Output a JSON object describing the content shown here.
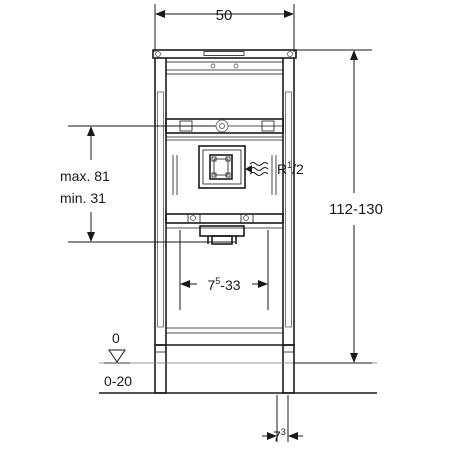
{
  "dimensions": {
    "width_top": "50",
    "height_total": "112-130",
    "max_label": "max. 81",
    "min_label": "min. 31",
    "center_distance_base": "7",
    "center_distance_sup": "5",
    "center_distance_rest": "-33",
    "foot_offset_base": "7",
    "foot_offset_sup": "3",
    "floor_zero": "0",
    "floor_range": "0-20"
  },
  "connection": {
    "prefix": "R",
    "numerator": "1",
    "slash": "/",
    "denominator": "2"
  },
  "icons": {
    "water_symbol": "water-waves-icon",
    "floor_marker": "floor-level-triangle-icon"
  }
}
